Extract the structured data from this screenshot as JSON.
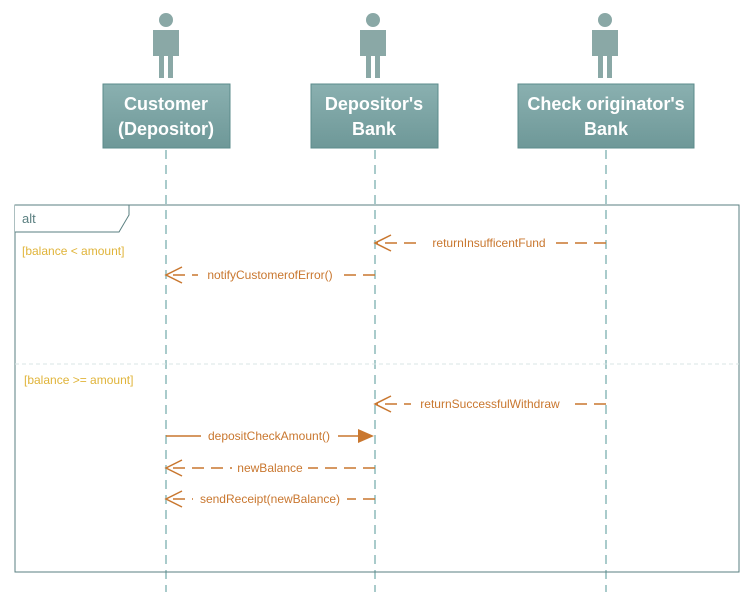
{
  "participants": [
    {
      "label_lines": [
        "Customer",
        "(Depositor)"
      ]
    },
    {
      "label_lines": [
        "Depositor's",
        "Bank"
      ]
    },
    {
      "label_lines": [
        "Check originator's",
        "Bank"
      ]
    }
  ],
  "frame": {
    "operator": "alt",
    "guards": [
      "[balance < amount]",
      "[balance >= amount]"
    ]
  },
  "messages": [
    {
      "label": "returnInsufficentFund",
      "from": "Check originator's Bank",
      "to": "Depositor's Bank",
      "kind": "return"
    },
    {
      "label": "notifyCustomerofError()",
      "from": "Depositor's Bank",
      "to": "Customer (Depositor)",
      "kind": "return"
    },
    {
      "label": "returnSuccessfulWithdraw",
      "from": "Check originator's Bank",
      "to": "Depositor's Bank",
      "kind": "return"
    },
    {
      "label": "depositCheckAmount()",
      "from": "Customer (Depositor)",
      "to": "Depositor's Bank",
      "kind": "call"
    },
    {
      "label": "newBalance",
      "from": "Depositor's Bank",
      "to": "Customer (Depositor)",
      "kind": "return"
    },
    {
      "label": "sendReceipt(newBalance)",
      "from": "Depositor's Bank",
      "to": "Customer (Depositor)",
      "kind": "return"
    }
  ],
  "colors": {
    "participant_fill": "#7fa8a8",
    "participant_border": "#5b8b8b",
    "actor": "#8aa8a6",
    "lifeline": "#a9cbcb",
    "frame_border": "#5a7f80",
    "message": "#c9772f",
    "guard_text": "#e0b43a"
  }
}
